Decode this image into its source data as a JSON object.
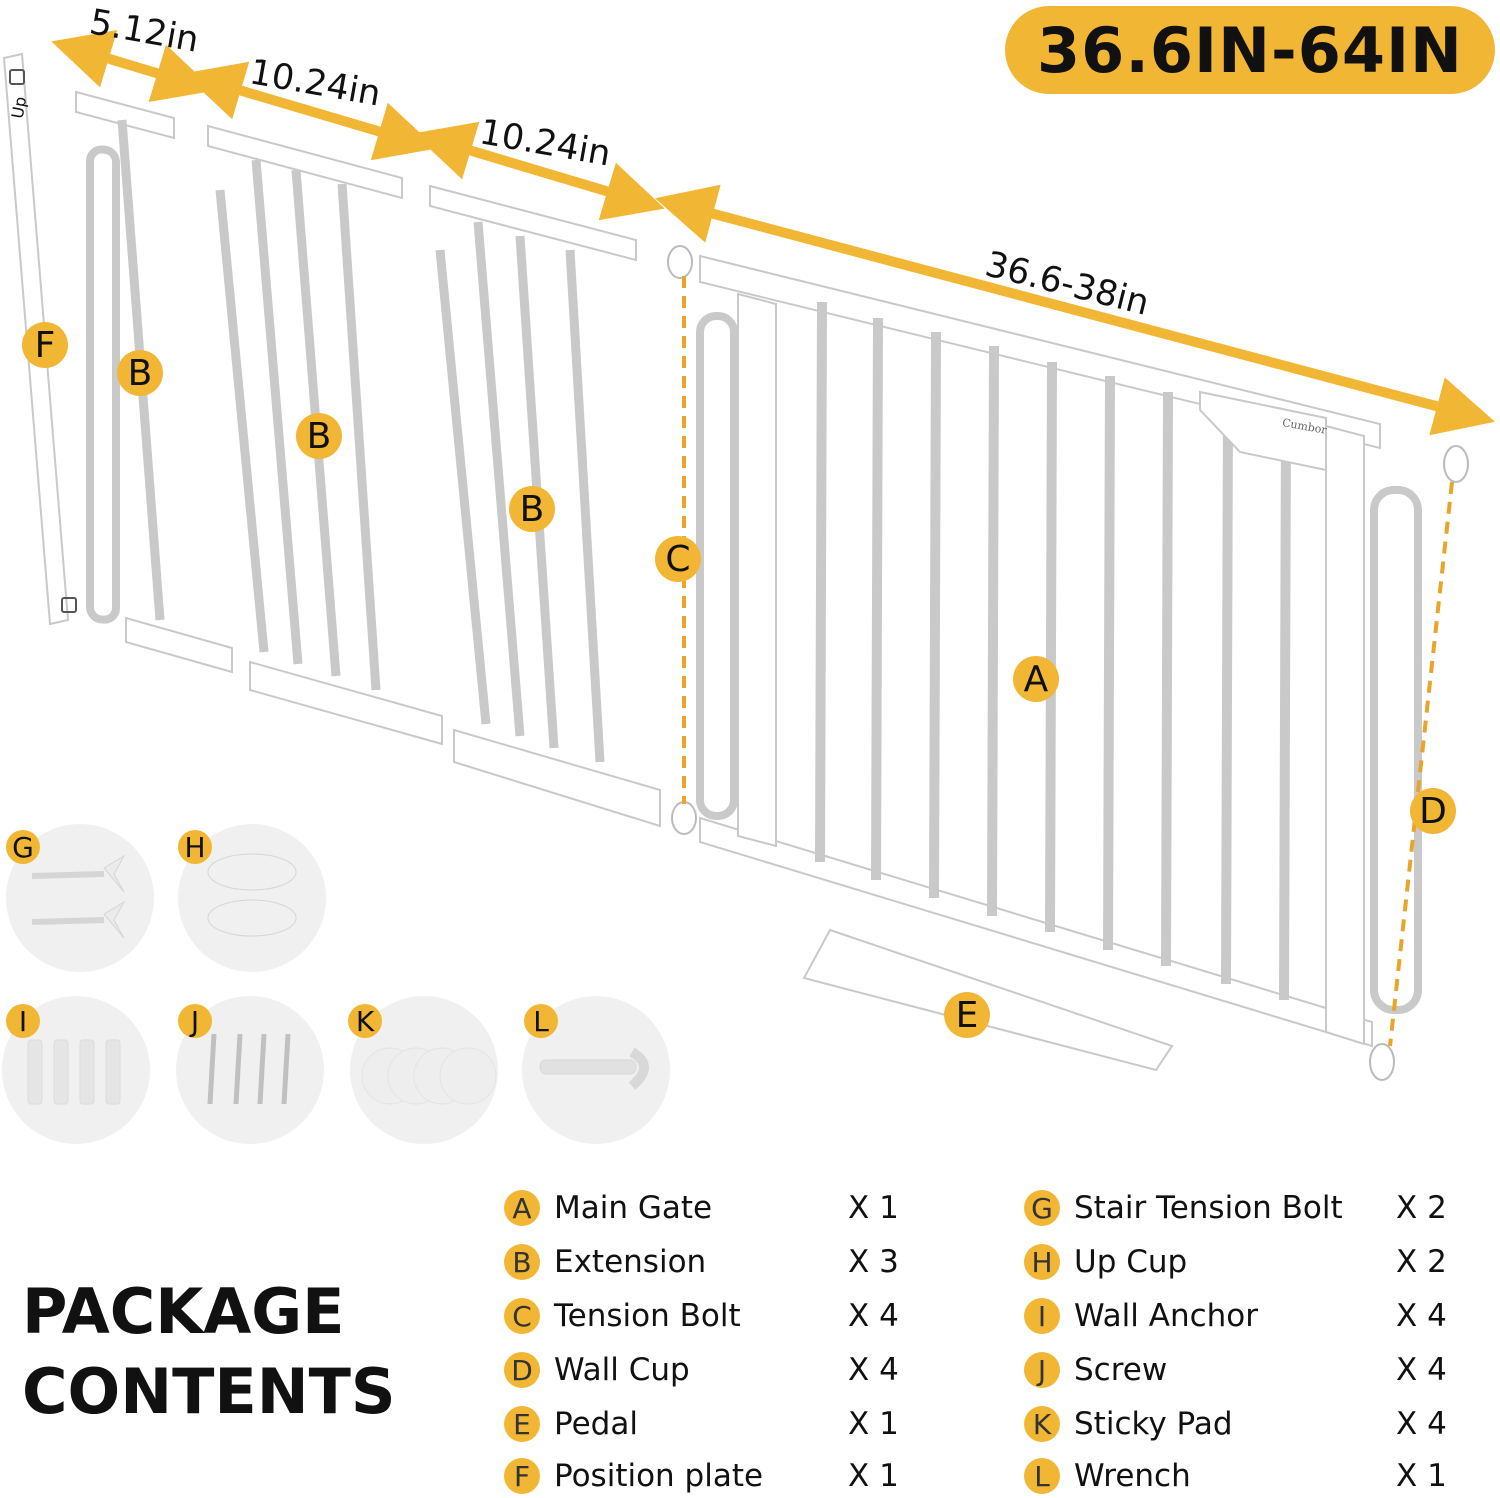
{
  "range_badge": "36.6IN-64IN",
  "dimensions": {
    "ext_small": "5.12in",
    "ext_large_1": "10.24in",
    "ext_large_2": "10.24in",
    "main_gate": "36.6-38in"
  },
  "part_tags": {
    "main_gate": "A",
    "extension": "B",
    "tension_bolt": "C",
    "wall_cup": "D",
    "pedal": "E",
    "position_plate": "F",
    "stair_bolt": "G",
    "up_cup": "H",
    "anchor": "I",
    "screw": "J",
    "pad": "K",
    "wrench": "L"
  },
  "plate_text": "Up",
  "brand_mark": "Cumbor",
  "title": {
    "line1": "PACKAGE",
    "line2": "CONTENTS"
  },
  "contents": [
    {
      "letter": "A",
      "name": "Main Gate",
      "qty": "X 1"
    },
    {
      "letter": "B",
      "name": "Extension",
      "qty": "X 3"
    },
    {
      "letter": "C",
      "name": "Tension Bolt",
      "qty": "X 4"
    },
    {
      "letter": "D",
      "name": "Wall Cup",
      "qty": "X 4"
    },
    {
      "letter": "E",
      "name": "Pedal",
      "qty": "X 1"
    },
    {
      "letter": "F",
      "name": "Position plate",
      "qty": "X 1"
    },
    {
      "letter": "G",
      "name": "Stair Tension Bolt",
      "qty": "X 2"
    },
    {
      "letter": "H",
      "name": "Up Cup",
      "qty": "X 2"
    },
    {
      "letter": "I",
      "name": "Wall Anchor",
      "qty": "X 4"
    },
    {
      "letter": "J",
      "name": "Screw",
      "qty": "X 4"
    },
    {
      "letter": "K",
      "name": "Sticky Pad",
      "qty": "X 4"
    },
    {
      "letter": "L",
      "name": "Wrench",
      "qty": "X 1"
    }
  ],
  "colors": {
    "accent": "#f2b635",
    "gate": "#ffffff",
    "gate_outline": "#c9c9c9"
  }
}
